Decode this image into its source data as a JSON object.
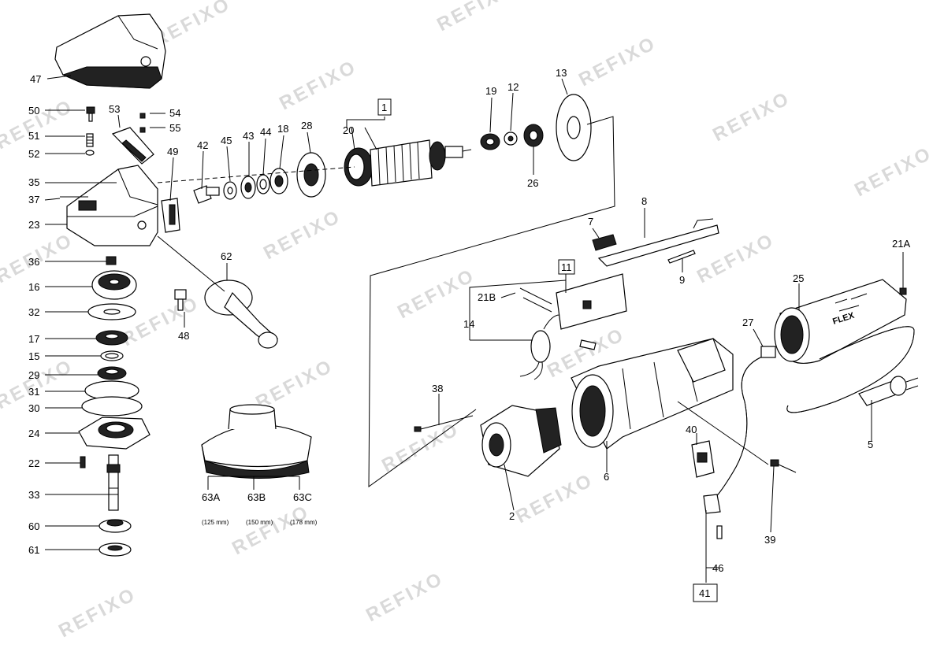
{
  "watermark": "REFIXO",
  "parts": {
    "p47": "47",
    "p50": "50",
    "p51": "51",
    "p52": "52",
    "p53": "53",
    "p54": "54",
    "p55": "55",
    "p35": "35",
    "p37": "37",
    "p23": "23",
    "p49": "49",
    "p42": "42",
    "p45": "45",
    "p43": "43",
    "p44": "44",
    "p18": "18",
    "p28": "28",
    "p20": "20",
    "p1": "1",
    "p19": "19",
    "p12": "12",
    "p13": "13",
    "p26": "26",
    "p36": "36",
    "p16": "16",
    "p32": "32",
    "p17": "17",
    "p15": "15",
    "p29": "29",
    "p31": "31",
    "p30": "30",
    "p24": "24",
    "p22": "22",
    "p33": "33",
    "p60": "60",
    "p61": "61",
    "p62": "62",
    "p48": "48",
    "p63A": "63A",
    "p63B": "63B",
    "p63C": "63C",
    "p7": "7",
    "p8": "8",
    "p9": "9",
    "p11": "11",
    "p21B": "21B",
    "p14": "14",
    "p21A": "21A",
    "p25": "25",
    "p27": "27",
    "p38": "38",
    "p2": "2",
    "p6": "6",
    "p40": "40",
    "p39": "39",
    "p5": "5",
    "p46": "46",
    "p41": "41"
  },
  "sizes": {
    "s63A": "(125 mm)",
    "s63B": "(150 mm)",
    "s63C": "(178 mm)"
  },
  "brand": "FLEX"
}
